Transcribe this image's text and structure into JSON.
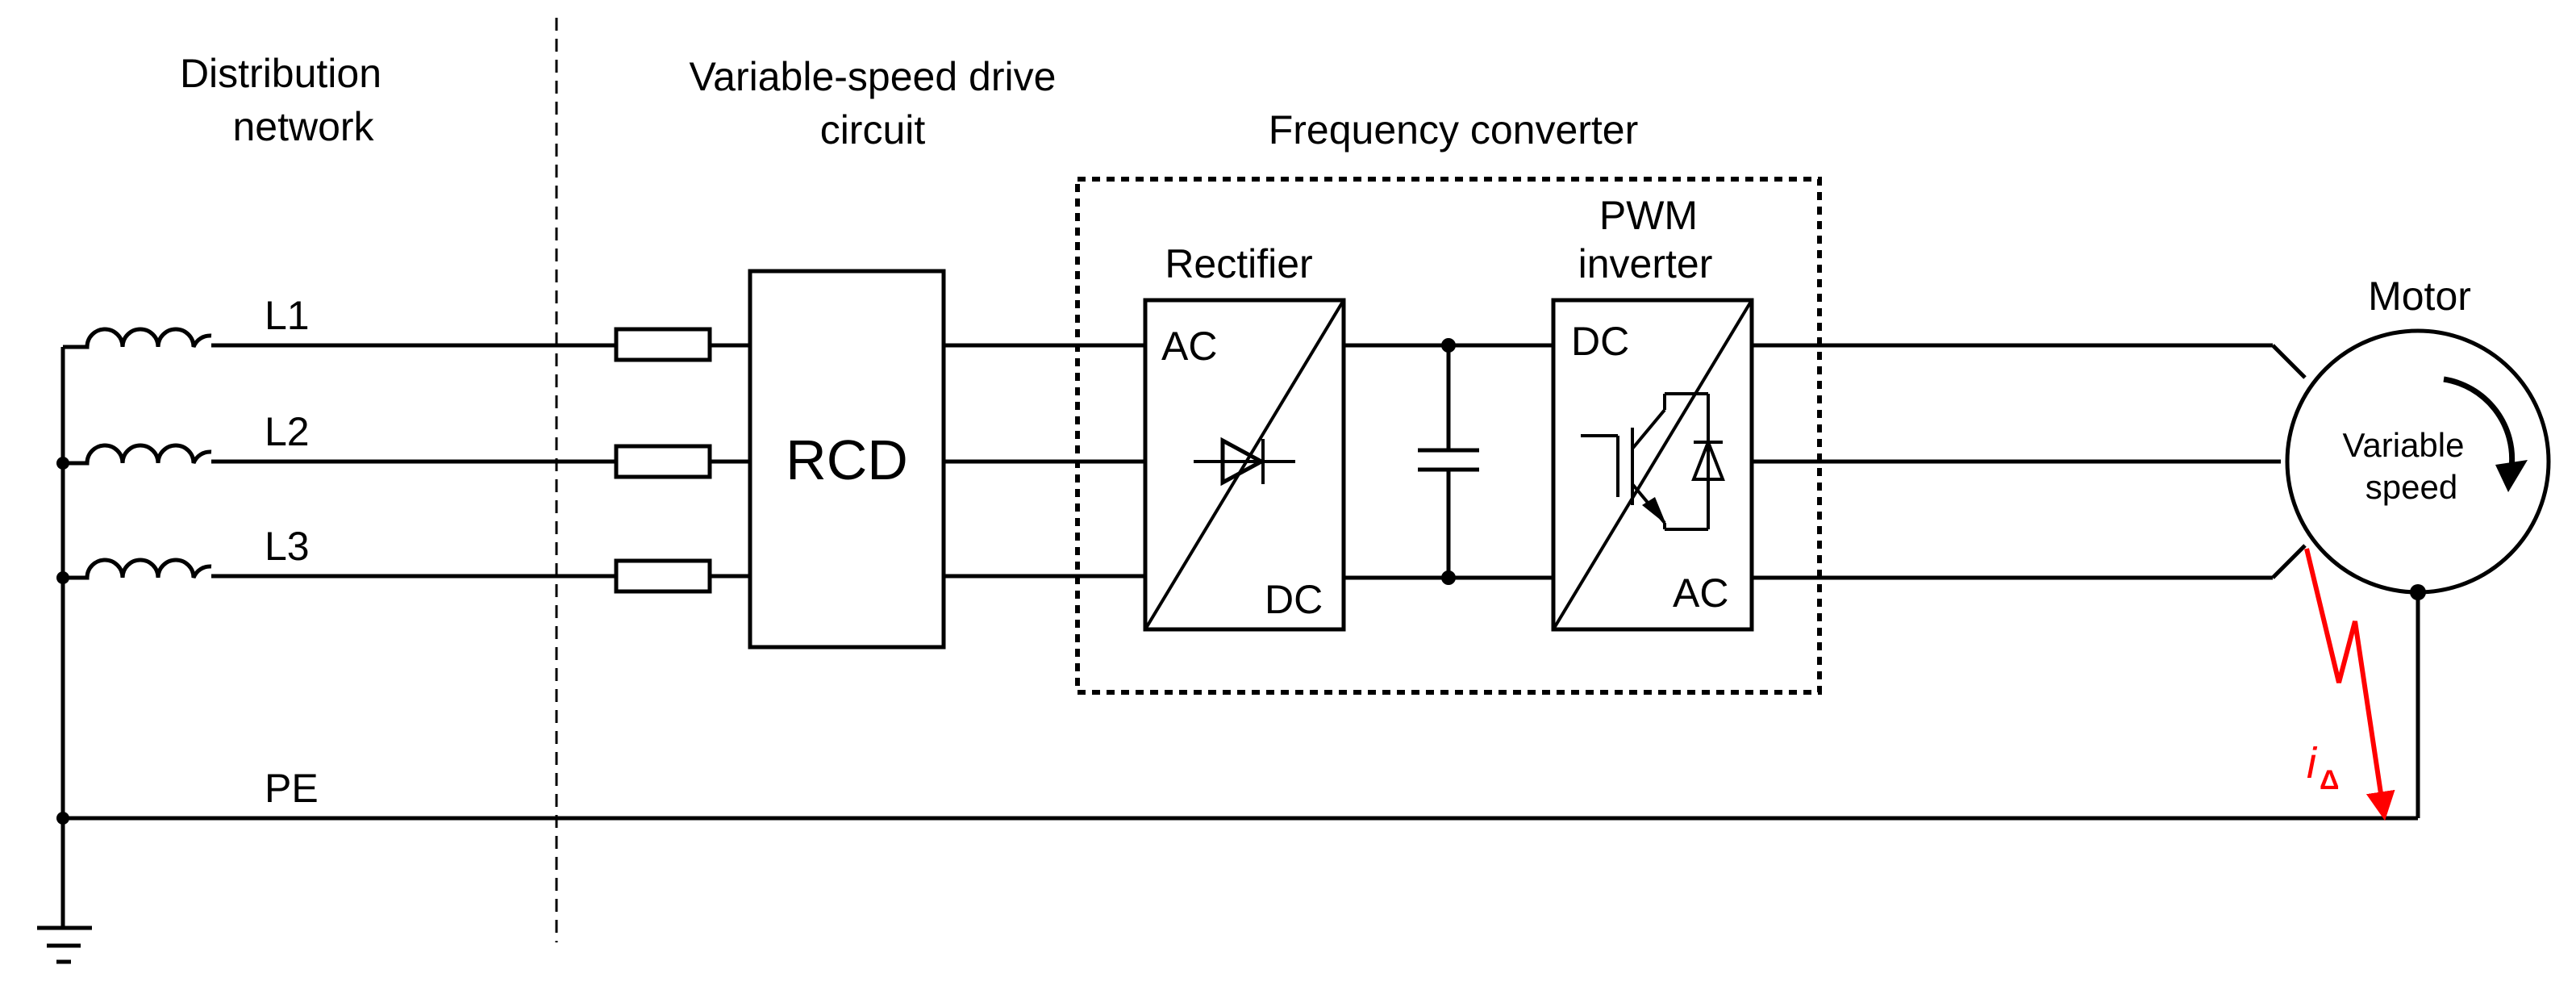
{
  "labels": {
    "distribution_network": [
      "Distribution",
      "network"
    ],
    "vsd_circuit": [
      "Variable-speed drive",
      "circuit"
    ],
    "frequency_converter": "Frequency converter",
    "rectifier": "Rectifier",
    "pwm_inverter": [
      "PWM",
      "inverter"
    ],
    "motor": "Motor",
    "variable_speed": [
      "Variable",
      "speed"
    ],
    "rcd": "RCD",
    "rectifier_ac": "AC",
    "rectifier_dc": "DC",
    "inverter_dc": "DC",
    "inverter_ac": "AC",
    "l1": "L1",
    "l2": "L2",
    "l3": "L3",
    "pe": "PE",
    "fault_current": "i",
    "fault_current_sub": "Δ"
  },
  "colors": {
    "wire": "#000000",
    "fault": "#ff0000"
  }
}
